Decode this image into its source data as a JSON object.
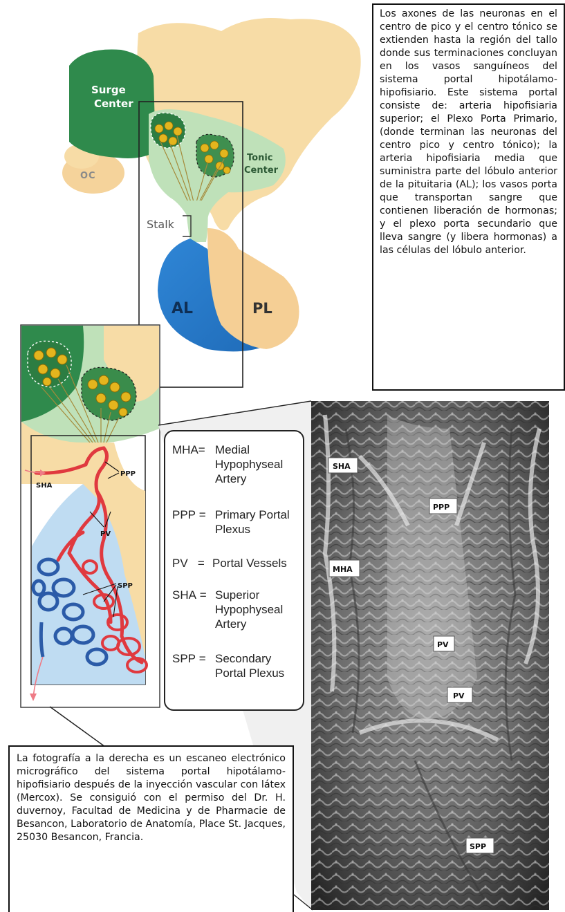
{
  "colors": {
    "surge_center": "#2f8a4c",
    "tonic_center": "#bfe1b9",
    "tissue_beige": "#f7dca6",
    "anterior_lobe": "#2f86d6",
    "portal_vessel_red": "#e0393f",
    "venous_blue": "#2b5ba8",
    "neuron_yellow": "#e4b51e"
  },
  "diagram": {
    "surge_center_label": "Surge Center",
    "oc_label": "OC",
    "tonic_center_label": "Tonic Center",
    "stalk_label": "Stalk",
    "al_label": "AL",
    "pl_label": "PL",
    "sha_label": "SHA",
    "ppp_label": "PPP",
    "pv_label": "PV",
    "spp_label": "SPP"
  },
  "text_top_right": "Los axones de las neuronas en el centro de pico y el centro tónico se extienden hasta la región del tallo donde sus terminaciones concluyan en los vasos sanguíneos del sistema portal hipotálamo-hipofisiario. Este sistema portal consiste de: arteria hipofisiaria superior; el Plexo Porta Primario, (donde terminan las neuronas del centro pico y centro tónico); la arteria hipofisiaria media que suministra parte del lóbulo anterior de la pituitaria (AL); los vasos porta que transportan sangre que contienen liberación de hormonas; y el plexo porta secundario que lleva sangre (y libera hormonas) a las células del lóbulo anterior.",
  "legend": [
    {
      "abbr": "MHA",
      "sep": "=",
      "def": "Medial Hypophyseal Artery"
    },
    {
      "abbr": "PPP",
      "sep": " =",
      "def": "Primary Portal Plexus"
    },
    {
      "abbr": "PV",
      "sep": "   =",
      "def": "Portal Vessels"
    },
    {
      "abbr": "SHA",
      "sep": " =",
      "def": "Superior Hypophyseal Artery"
    },
    {
      "abbr": "SPP",
      "sep": " =",
      "def": "Secondary Portal Plexus"
    }
  ],
  "micrograph_labels": {
    "sha": "SHA",
    "ppp": "PPP",
    "mha": "MHA",
    "pv1": "PV",
    "pv2": "PV",
    "spp": "SPP"
  },
  "caption_bottom": "La fotografía a la derecha es un escaneo electrónico micrográfico del sistema portal hipotálamo-hipofisiario después de la inyección vascular con látex (Mercox). Se consiguió con el permiso del Dr. H. duvernoy, Facultad de Medicina y de Pharmacie de Besancon, Laboratorio de Anatomía, Place St. Jacques, 25030 Besancon, Francia."
}
